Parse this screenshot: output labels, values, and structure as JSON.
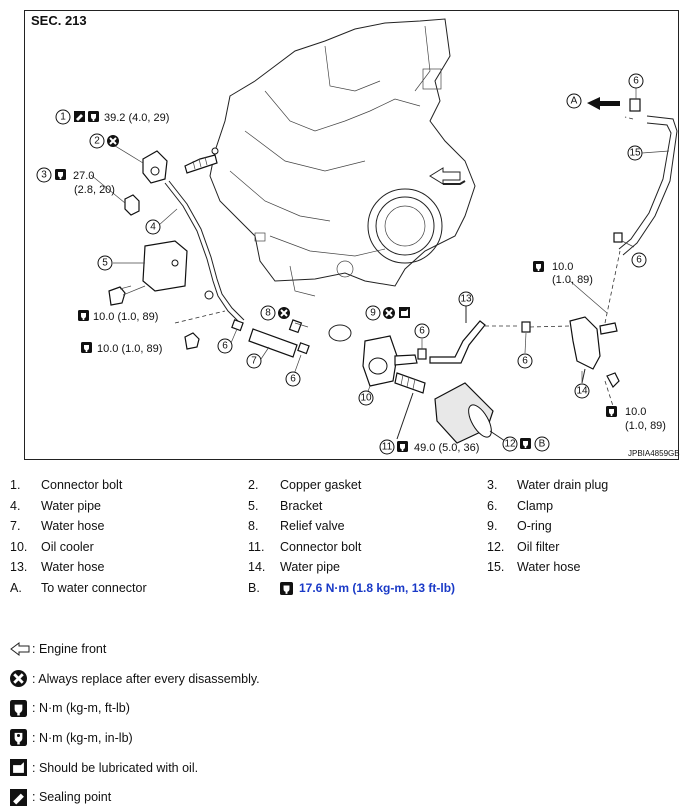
{
  "diagram": {
    "section": "SEC. 213",
    "code": "JPBIA4859GB",
    "callouts": {
      "c1_torque": "39.2 (4.0, 29)",
      "c3_torque_a": "27.0",
      "c3_torque_b": "(2.8, 20)",
      "c5_torque": "10.0 (1.0, 89)",
      "c5b_torque": "10.0 (1.0, 89)",
      "c11_torque": "49.0 (5.0, 36)",
      "c14_top_a": "10.0",
      "c14_top_b": "(1.0, 89)",
      "c14_bot_a": "10.0",
      "c14_bot_b": "(1.0, 89)"
    },
    "numbers": [
      "1",
      "2",
      "3",
      "4",
      "5",
      "6",
      "7",
      "8",
      "9",
      "10",
      "11",
      "12",
      "13",
      "14",
      "15"
    ],
    "letters": [
      "A",
      "B"
    ]
  },
  "legend": {
    "rows": [
      [
        {
          "n": "1.",
          "t": "Connector bolt"
        },
        {
          "n": "2.",
          "t": "Copper gasket"
        },
        {
          "n": "3.",
          "t": "Water drain plug"
        }
      ],
      [
        {
          "n": "4.",
          "t": "Water pipe"
        },
        {
          "n": "5.",
          "t": "Bracket"
        },
        {
          "n": "6.",
          "t": "Clamp"
        }
      ],
      [
        {
          "n": "7.",
          "t": "Water hose"
        },
        {
          "n": "8.",
          "t": "Relief valve"
        },
        {
          "n": "9.",
          "t": "O-ring"
        }
      ],
      [
        {
          "n": "10.",
          "t": "Oil cooler"
        },
        {
          "n": "11.",
          "t": "Connector bolt"
        },
        {
          "n": "12.",
          "t": "Oil filter"
        }
      ],
      [
        {
          "n": "13.",
          "t": "Water hose"
        },
        {
          "n": "14.",
          "t": "Water pipe"
        },
        {
          "n": "15.",
          "t": "Water hose"
        }
      ]
    ],
    "A_label": "A.",
    "A_text": "To water connector",
    "B_label": "B.",
    "B_text": "17.6 N·m (1.8 kg-m, 13 ft-lb)"
  },
  "symbols": [
    {
      "icon": "engine-front-arrow-icon",
      "text": " : Engine front"
    },
    {
      "icon": "always-replace-icon",
      "text": ": Always replace after every disassembly."
    },
    {
      "icon": "torque-ftlb-icon",
      "text": ": N·m (kg-m, ft-lb)"
    },
    {
      "icon": "torque-inlb-icon",
      "text": ": N·m (kg-m, in-lb)"
    },
    {
      "icon": "lubricate-oil-icon",
      "text": ": Should be lubricated with oil."
    },
    {
      "icon": "sealing-point-icon",
      "text": ": Sealing point"
    }
  ],
  "colors": {
    "accent_blue": "#1a3ac7",
    "line": "#222222"
  }
}
